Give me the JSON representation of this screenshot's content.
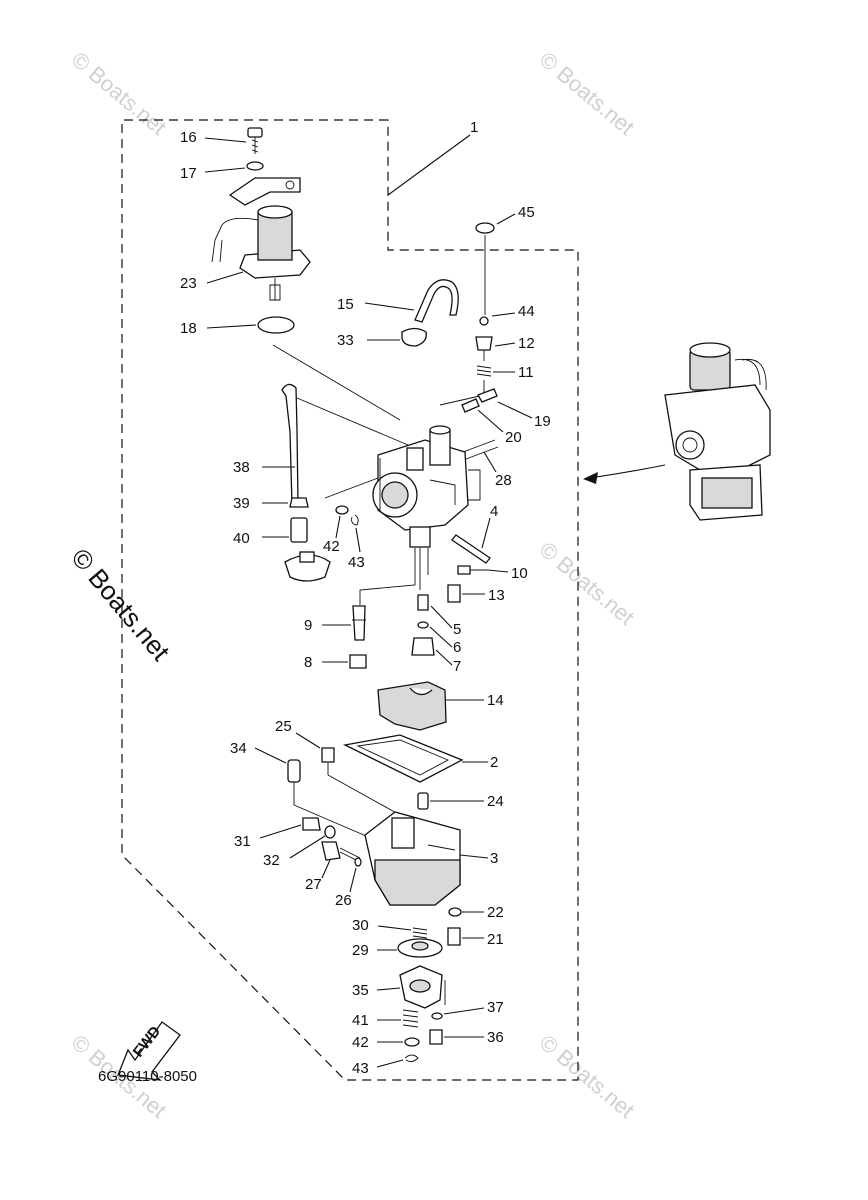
{
  "diagram": {
    "code": "6G90110-8050",
    "fwd_label": "FWD",
    "watermark": "© Boats.net",
    "labels": {
      "p1": "1",
      "p2": "2",
      "p3": "3",
      "p4": "4",
      "p5": "5",
      "p6": "6",
      "p7": "7",
      "p8": "8",
      "p9": "9",
      "p10": "10",
      "p11": "11",
      "p12": "12",
      "p13": "13",
      "p14": "14",
      "p15": "15",
      "p16": "16",
      "p17": "17",
      "p18": "18",
      "p19": "19",
      "p20": "20",
      "p21": "21",
      "p22": "22",
      "p23": "23",
      "p24": "24",
      "p25": "25",
      "p26": "26",
      "p27": "27",
      "p28": "28",
      "p29": "29",
      "p30": "30",
      "p31": "31",
      "p32": "32",
      "p33": "33",
      "p34": "34",
      "p35": "35",
      "p36": "36",
      "p37": "37",
      "p38": "38",
      "p39": "39",
      "p40": "40",
      "p41": "41",
      "p42a": "42",
      "p42b": "42",
      "p43a": "43",
      "p43b": "43",
      "p44": "44",
      "p45": "45"
    }
  }
}
